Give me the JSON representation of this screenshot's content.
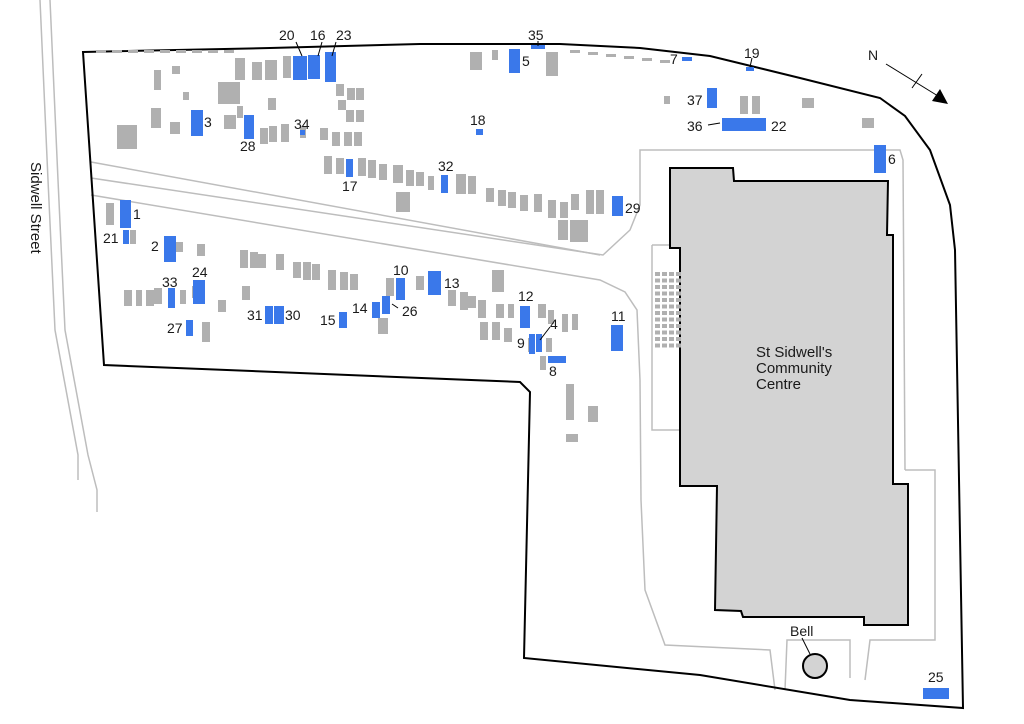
{
  "street_name": "Sidwell Street",
  "building_name_lines": [
    "St Sidwell's",
    "Community",
    "Centre"
  ],
  "bell_label": "Bell",
  "north_label": "N",
  "colors": {
    "highlight": "#3a78ea",
    "grave": "#b0b0b0",
    "building_fill": "#d3d3d3",
    "path_line": "#bdbdbd",
    "boundary": "#000000"
  },
  "numbered_plots": [
    "1",
    "2",
    "3",
    "4",
    "5",
    "6",
    "7",
    "8",
    "9",
    "10",
    "11",
    "12",
    "13",
    "14",
    "15",
    "16",
    "17",
    "18",
    "19",
    "20",
    "21",
    "22",
    "23",
    "24",
    "25",
    "26",
    "27",
    "28",
    "29",
    "30",
    "31",
    "32",
    "33",
    "34",
    "35",
    "36",
    "37"
  ]
}
